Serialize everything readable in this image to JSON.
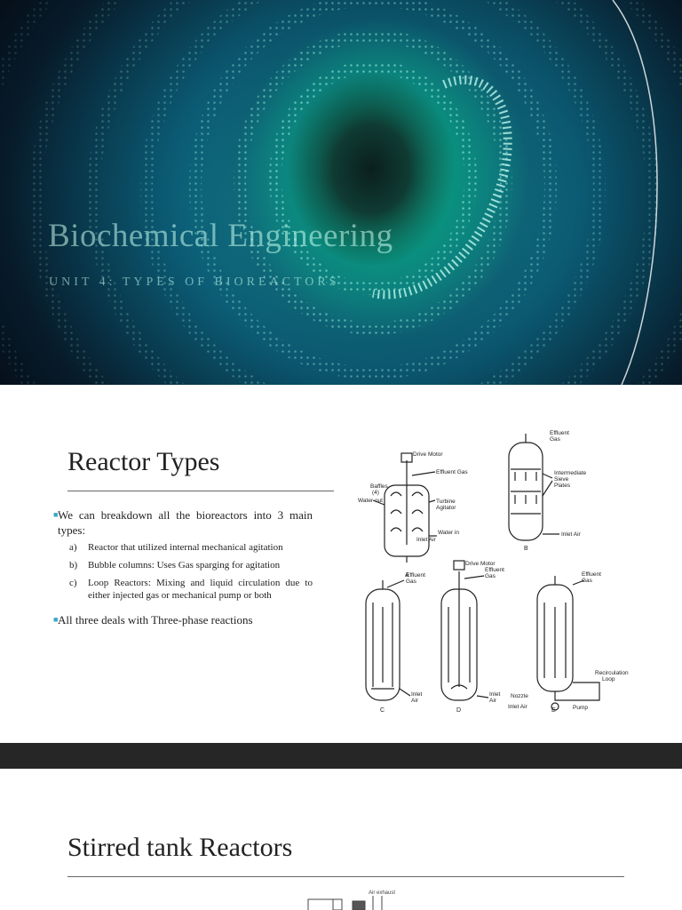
{
  "hero": {
    "title": "Biochemical Engineering",
    "subtitle": "UNIT 4: TYPES OF BIOREACTORS"
  },
  "reactor_types": {
    "title": "Reactor Types",
    "bullet1": "We can breakdown all the bioreactors into 3 main types:",
    "subitems": [
      {
        "label": "a)",
        "text": "Reactor that utilized internal mechanical agitation"
      },
      {
        "label": "b)",
        "text": "Bubble columns: Uses Gas sparging for agitation"
      },
      {
        "label": "c)",
        "text": "Loop Reactors: Mixing and liquid circulation due to either injected gas or mechanical pump or both"
      }
    ],
    "bullet2": "All three deals with Three-phase reactions",
    "figure": {
      "A": {
        "letter": "A",
        "drive_motor": "Drive Motor",
        "effluent_gas": "Effluent Gas",
        "baffles": "Baffles",
        "baffles_count": "(4)",
        "water_out": "Water out",
        "turbine": "Turbine",
        "agitator": "Agitator",
        "water_in": "Water in",
        "inlet_air": "Inlet Air"
      },
      "B": {
        "letter": "B",
        "effluent": "Effluent",
        "gas": "Gas",
        "intermediate": "Intermediate",
        "sieve": "Sieve",
        "plates": "Plates",
        "inlet_air": "Inlet Air"
      },
      "C": {
        "letter": "C",
        "effluent": "Effluent",
        "gas": "Gas",
        "inlet": "Inlet",
        "air": "Air"
      },
      "D": {
        "letter": "D",
        "drive_motor": "Drive Motor",
        "effluent": "Effluent",
        "gas": "Gas",
        "inlet": "Inlet",
        "air": "Air"
      },
      "E": {
        "letter": "E",
        "effluent": "Effluent",
        "gas": "Gas",
        "nozzle": "Nozzle",
        "recirculation": "Recirculation",
        "loop": "Loop",
        "inlet_air": "Inlet Air",
        "pump": "Pump"
      }
    }
  },
  "stirred_tank": {
    "title": "Stirred tank Reactors",
    "figure_label": "Air exhaust"
  },
  "colors": {
    "bullet_accent": "#3aa6c5",
    "band": "#262626",
    "hero_glow": "#0fd0a4"
  }
}
